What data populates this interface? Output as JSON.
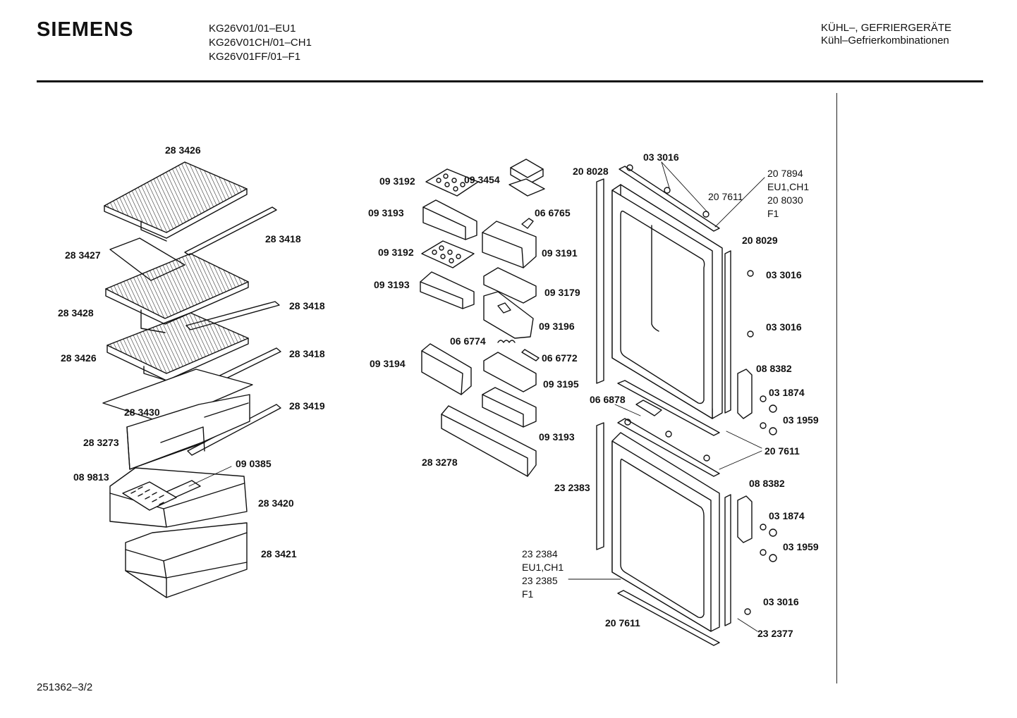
{
  "header": {
    "brand": "SIEMENS",
    "models": [
      "KG26V01/01–EU1",
      "KG26V01CH/01–CH1",
      "KG26V01FF/01–F1"
    ],
    "category": [
      "KÜHL–, GEFRIERGERÄTE",
      "Kühl–Gefrierkombinationen"
    ]
  },
  "footer": {
    "doc_id": "251362–3/2"
  },
  "part_labels": {
    "p1": "28 3426",
    "p2": "28 3418",
    "p3": "28 3427",
    "p4": "28 3428",
    "p5": "28 3418",
    "p6": "28 3426",
    "p7": "28 3418",
    "p8": "28 3430",
    "p9": "28 3419",
    "p10": "28 3273",
    "p11": "09 0385",
    "p12": "08 9813",
    "p13": "28 3420",
    "p14": "28 3421",
    "p15": "09 3192",
    "p16": "09 3454",
    "p17": "09 3193",
    "p18": "06 6765",
    "p19": "09 3192",
    "p20": "09 3191",
    "p21": "09 3193",
    "p22": "09 3179",
    "p23": "09 3196",
    "p24": "06 6774",
    "p25": "06 6772",
    "p26": "09 3194",
    "p27": "09 3195",
    "p28": "09 3193",
    "p29": "28 3278",
    "p30": "20 8028",
    "p31": "03 3016",
    "p32": "20 7611",
    "p33": "20 8029",
    "p34": "03 3016",
    "p35": "03 3016",
    "p36": "08 8382",
    "p37": "03 1874",
    "p38": "03 1959",
    "p39": "06 6878",
    "p40": "20 7611",
    "p41": "23 2383",
    "p42": "08 8382",
    "p43": "03 1874",
    "p44": "03 1959",
    "p45": "03 3016",
    "p46": "20 7611",
    "p47": "23 2377"
  },
  "variant_notes": {
    "upper_door": [
      "20 7894",
      "EU1,CH1",
      "20 8030",
      "F1"
    ],
    "lower_door": [
      "23 2384",
      "EU1,CH1",
      "23 2385",
      "F1"
    ]
  }
}
